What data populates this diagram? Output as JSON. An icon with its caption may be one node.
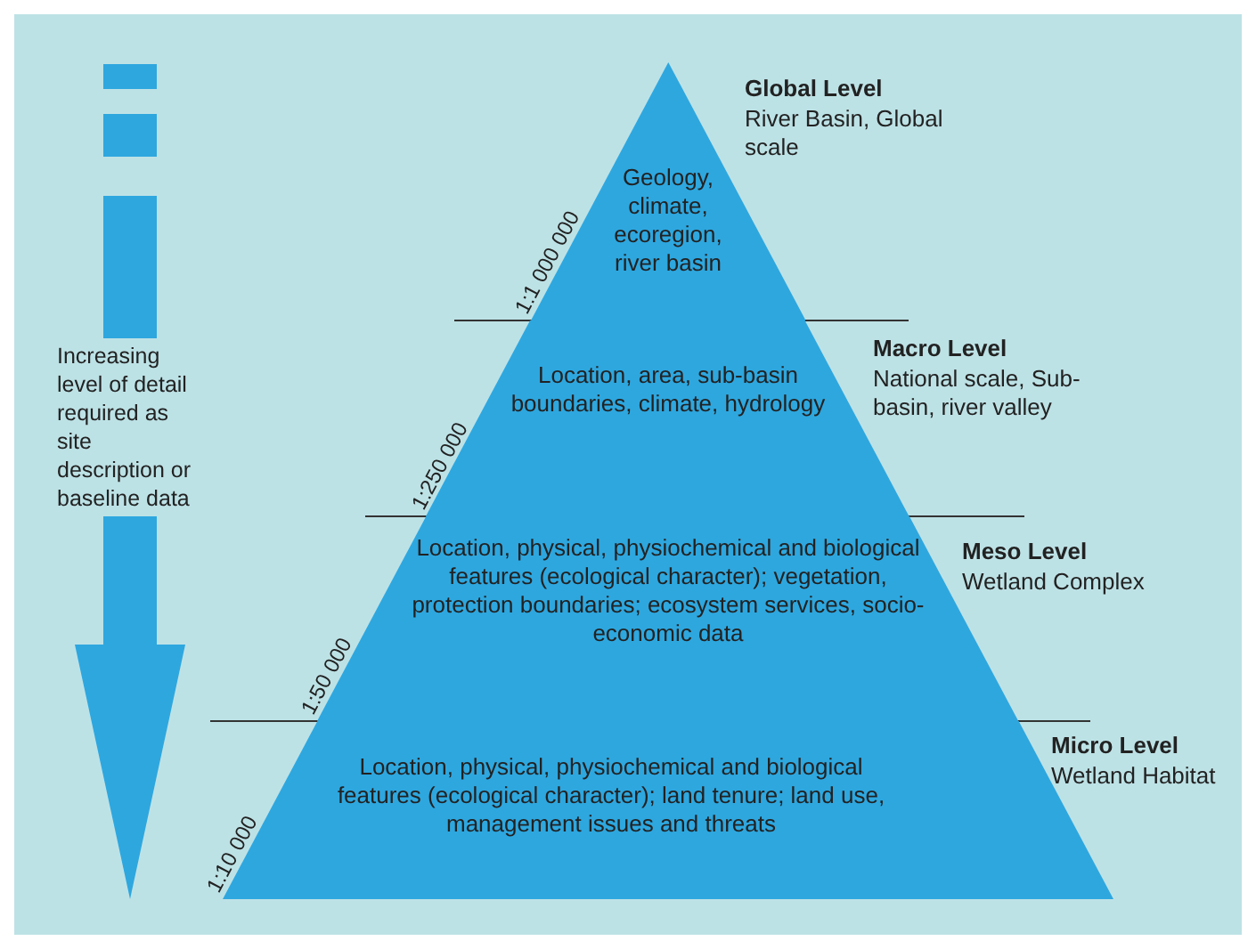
{
  "diagram": {
    "nodes": [
      {
        "text": [
          "1:1 000 000",
          "Geology, climate, ecoregion, river basin",
          "Global Level",
          "River Basin, Global scale"
        ]
      },
      {
        "text": [
          "1:250 000",
          "Location, area, sub-basin boundaries, climate, hydrology",
          "Macro Level",
          "National scale, Sub-basin, river valley"
        ]
      },
      {
        "text": [
          "1:50 000",
          "Location, physical, physiochemical and biological features (ecological character); vegetation, protection boundaries; ecosystem services, socio-economic data",
          "Meso Level",
          "Wetland Complex"
        ]
      },
      {
        "text": [
          "1:10 000",
          "Location, physical, physiochemical and biological features (ecological character); land tenure; land use, management issues and threats",
          "Micro Level",
          "Wetland Habitat"
        ]
      }
    ],
    "edges": [],
    "labels": [
      "Increasing level of detail required as site description or baseline data"
    ]
  }
}
